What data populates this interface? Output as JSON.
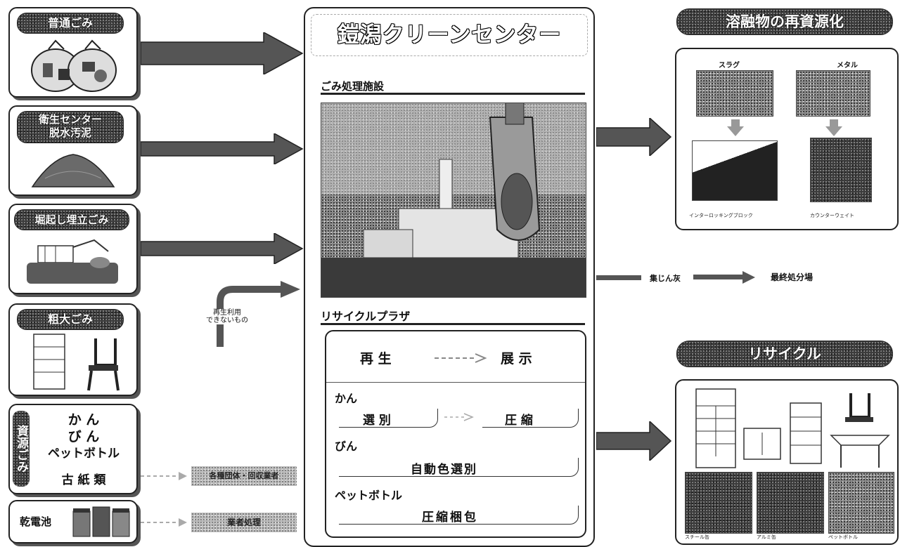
{
  "inputs": {
    "normal_waste": "普通ごみ",
    "sludge": "衛生センター\n脱水汚泥",
    "landfill": "堀起し埋立ごみ",
    "bulky": "粗大ごみ",
    "resource_vertical": "資源ごみ",
    "resource_items": [
      "か ん",
      "び ん",
      "ペットボトル"
    ],
    "old_paper": "古 紙 類",
    "battery": "乾電池"
  },
  "outsourced": {
    "paper_vendor": "各種団体・回収業者",
    "battery_vendor": "業者処理"
  },
  "non_recyclable": "再生利用\nできないもの",
  "center": {
    "title": "鎧潟クリーンセンター",
    "waste_facility": "ごみ処理施設",
    "recycle_plaza": "リサイクルプラザ",
    "regen": "再 生",
    "display": "展 示",
    "can": "かん",
    "can_sort": "選 別",
    "can_compress": "圧 縮",
    "bottle": "びん",
    "bottle_sort": "自動色選別",
    "pet": "ペットボトル",
    "pet_pack": "圧縮梱包"
  },
  "dust": {
    "fly_ash": "集じん灰",
    "final_disposal": "最終処分場"
  },
  "slag_section": {
    "title": "溶融物の再資源化",
    "slag": "スラグ",
    "metal": "メタル",
    "interlocking": "インターロッキングブロック",
    "counterweight": "カウンターウェイト"
  },
  "recycle_section": {
    "title": "リサイクル",
    "steel": "スチール缶",
    "aluminum": "アルミ缶",
    "pet": "ペットボトル"
  }
}
